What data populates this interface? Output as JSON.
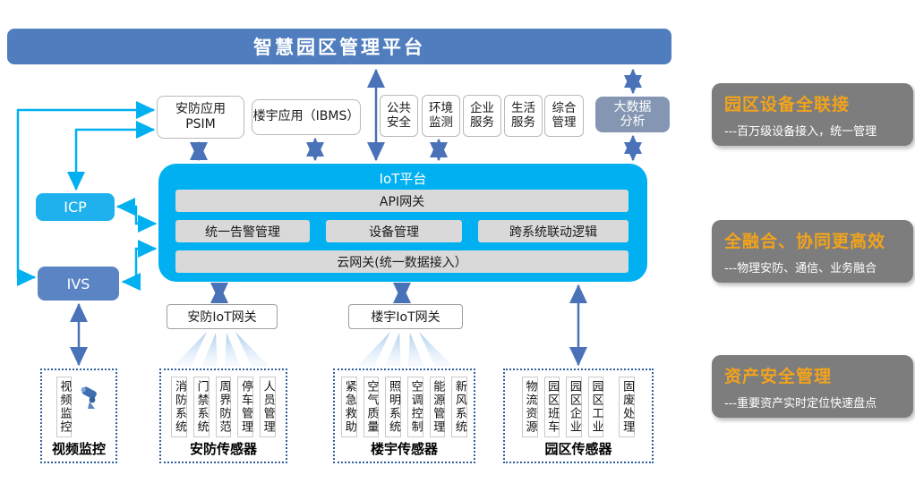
{
  "banner": {
    "title": "智慧园区管理平台"
  },
  "apps": {
    "psim": {
      "line1": "安防应用",
      "line2": "PSIM"
    },
    "ibms": {
      "label": "楼宇应用（IBMS）"
    },
    "small": [
      {
        "line1": "公共",
        "line2": "安全"
      },
      {
        "line1": "环境",
        "line2": "监测"
      },
      {
        "line1": "企业",
        "line2": "服务"
      },
      {
        "line1": "生活",
        "line2": "服务"
      },
      {
        "line1": "综合",
        "line2": "管理"
      }
    ],
    "bigdata": {
      "line1": "大数据",
      "line2": "分析"
    }
  },
  "left": {
    "icp": "ICP",
    "ivs": "IVS"
  },
  "platform": {
    "title": "IoT平台",
    "api": "API网关",
    "modules": [
      "统一告警管理",
      "设备管理",
      "跨系统联动逻辑"
    ],
    "cloud": "云网关(统一数据接入）"
  },
  "gateways": [
    "安防IoT网关",
    "楼宇IoT网关"
  ],
  "sensors": [
    {
      "label": "视频监控",
      "columns": [
        "视频监控"
      ]
    },
    {
      "label": "安防传感器",
      "columns": [
        "消防系统",
        "门禁系统",
        "周界防范",
        "停车管理",
        "人员管理"
      ]
    },
    {
      "label": "楼宇传感器",
      "columns": [
        "紧急救助",
        "空气质量",
        "照明系统",
        "空调控制",
        "能源管理",
        "新风系统"
      ]
    },
    {
      "label": "园区传感器",
      "columns": [
        "物流资源",
        "园区班车",
        "园区企业",
        "园区工业",
        "固废处理"
      ]
    }
  ],
  "panels": [
    {
      "title": "园区设备全联接",
      "desc": "---百万级设备接入，统一管理"
    },
    {
      "title": "全融合、协同更高效",
      "desc": "---物理安防、通信、业务融合"
    },
    {
      "title": "资产安全管理",
      "desc": "---重要资产实时定位快速盘点"
    }
  ],
  "colors": {
    "banner_blue": "#4f7dbe",
    "platform_cyan": "#00b0f0",
    "icp_cyan": "#1fb1ee",
    "ivs_blue": "#5b84c5",
    "bigdata_gray_blue": "#8496b2",
    "bar_gray": "#d9d9d9",
    "arrow_blue": "#4a72b8",
    "connector_cyan": "#00b0f0",
    "panel_gray": "#7d7d7d",
    "panel_title_orange": "#f2a31c",
    "dashed_border_blue": "#2f5f9e"
  }
}
